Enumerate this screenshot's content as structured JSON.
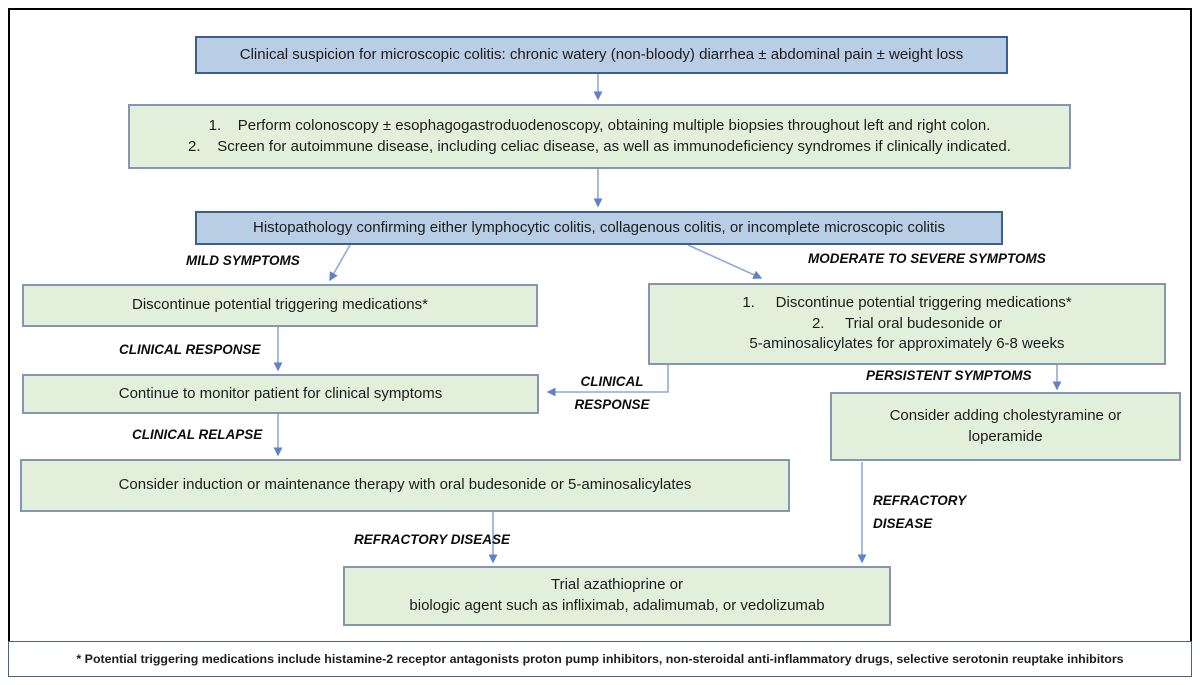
{
  "palette": {
    "blue_box_fill": "#b9cde4",
    "blue_box_border": "#3b5f8f",
    "green_box_fill": "#e2efda",
    "green_box_border": "#8496b0",
    "arrow_line": "#8faadc",
    "arrow_head": "#5f82c8",
    "frame_border": "#000000"
  },
  "flowchart": {
    "boxes": {
      "suspicion": {
        "text": "Clinical suspicion for microscopic colitis: chronic watery (non-bloody) diarrhea ± abdominal pain ± weight loss"
      },
      "workup": {
        "lines": [
          "1.    Perform colonoscopy ± esophagogastroduodenoscopy, obtaining multiple biopsies throughout left and right colon.",
          "2.    Screen for autoimmune disease, including celiac disease, as well as immunodeficiency syndromes if clinically indicated."
        ]
      },
      "histopathology": {
        "text": "Histopathology confirming either lymphocytic colitis, collagenous colitis, or incomplete microscopic colitis"
      },
      "discontinue_mild": {
        "text": "Discontinue potential triggering medications*"
      },
      "moderate_treatment": {
        "lines": [
          "1.     Discontinue potential triggering medications*",
          "2.     Trial oral budesonide or",
          "5-aminosalicylates for approximately 6-8 weeks"
        ]
      },
      "monitor": {
        "text": "Continue to monitor patient for clinical symptoms"
      },
      "cholestyramine": {
        "lines": [
          "Consider adding cholestyramine or",
          "loperamide"
        ]
      },
      "induction": {
        "text": "Consider induction or maintenance therapy with oral budesonide or 5-aminosalicylates"
      },
      "biologics": {
        "lines": [
          "Trial azathioprine or",
          "biologic agent such as infliximab, adalimumab, or vedolizumab"
        ]
      }
    },
    "labels": {
      "mild": "MILD SYMPTOMS",
      "moderate": "MODERATE TO SEVERE SYMPTOMS",
      "clinical_response_left": "CLINICAL RESPONSE",
      "clinical_response_mid": {
        "lines": [
          "CLINICAL",
          "RESPONSE"
        ]
      },
      "clinical_relapse": "CLINICAL RELAPSE",
      "persistent": "PERSISTENT SYMPTOMS",
      "refractory_left": "REFRACTORY DISEASE",
      "refractory_right": {
        "lines": [
          "REFRACTORY",
          "DISEASE"
        ]
      }
    },
    "footnote": "* Potential triggering medications include histamine-2 receptor antagonists proton pump inhibitors, non-steroidal anti-inflammatory drugs, selective serotonin reuptake inhibitors"
  }
}
